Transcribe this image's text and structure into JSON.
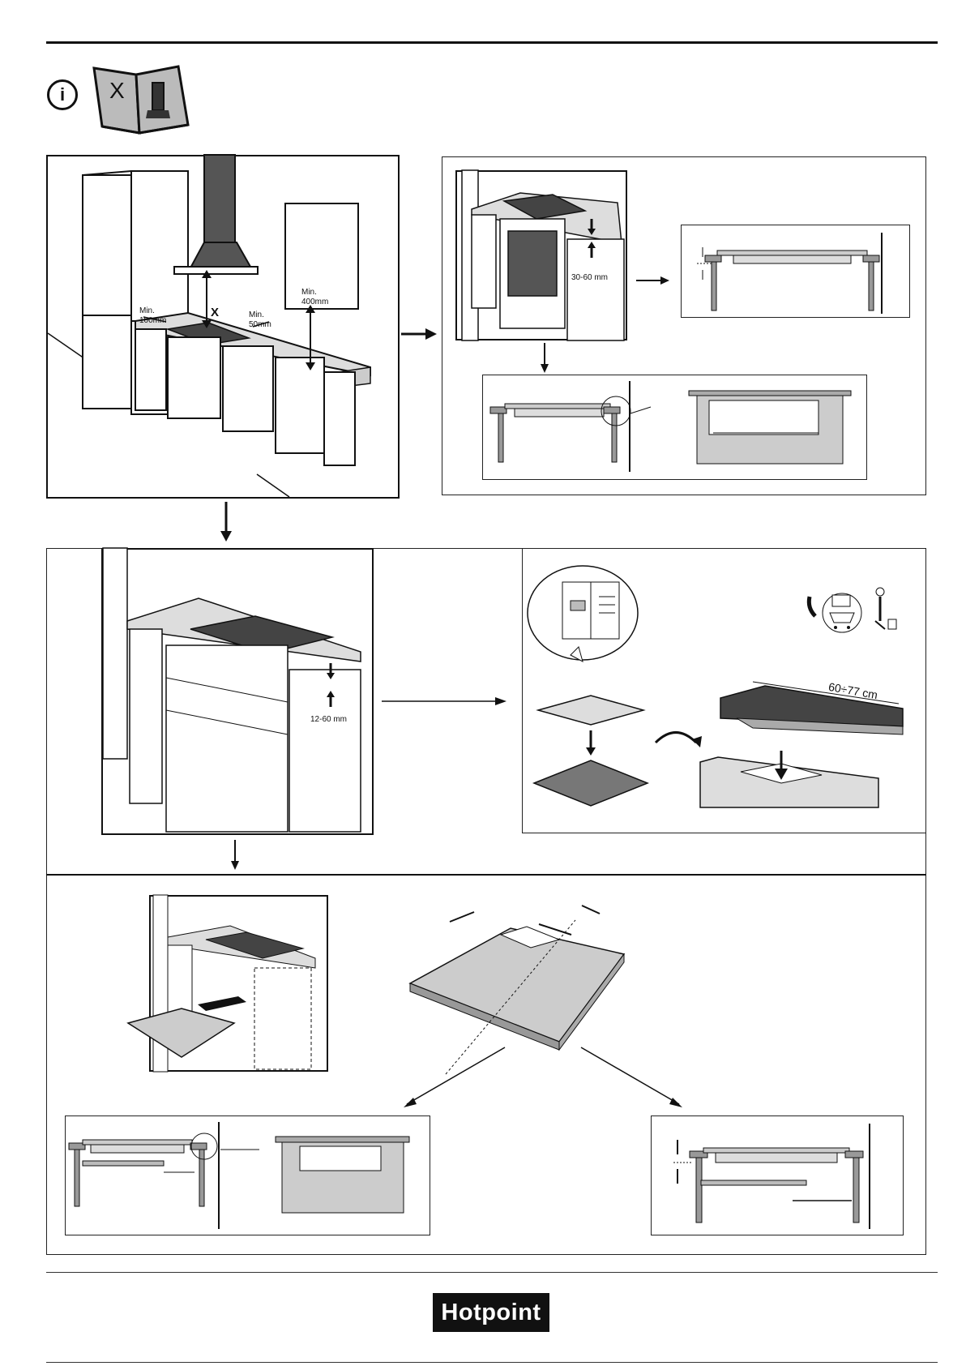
{
  "header": {
    "manual_icon_letter": "X",
    "info_icon": "info-icon"
  },
  "panel1": {
    "min_100": "Min.\n100mm",
    "min_50": "Min.\n50mm",
    "min_400": "Min.\n400mm",
    "x_label": "X"
  },
  "panel2": {
    "gap_label": "30-60 mm"
  },
  "panel3": {
    "gap_label": "12-60 mm"
  },
  "panel4": {
    "size_label": "60÷77 cm"
  },
  "footer": {
    "brand": "Hotpoint"
  }
}
